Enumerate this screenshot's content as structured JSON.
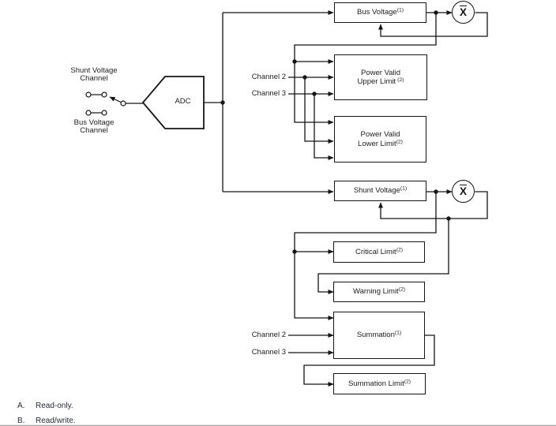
{
  "figure": {
    "adc_label": "ADC",
    "average_symbol": "X",
    "input_channels": {
      "shunt": {
        "line1": "Shunt Voltage",
        "line2": "Channel"
      },
      "bus": {
        "line1": "Bus Voltage",
        "line2": "Channel"
      }
    },
    "registers": {
      "bus_voltage": {
        "label": "Bus Voltage",
        "sup": "(1)"
      },
      "power_valid_upper": {
        "line1": "Power Valid",
        "line2": "Upper Limit",
        "sup": "(2)"
      },
      "power_valid_lower": {
        "line1": "Power Valid",
        "line2": "Lower Limit",
        "sup": "(2)"
      },
      "shunt_voltage": {
        "label": "Shunt Voltage",
        "sup": "(1)"
      },
      "critical_limit": {
        "label": "Critical Limit",
        "sup": "(2)"
      },
      "warning_limit": {
        "label": "Warning Limit",
        "sup": "(2)"
      },
      "summation": {
        "label": "Summation",
        "sup": "(1)"
      },
      "summation_limit": {
        "label": "Summation Limit",
        "sup": "(2)"
      }
    },
    "channel_inputs": {
      "power_valid": [
        "Channel 2",
        "Channel 3"
      ],
      "summation": [
        "Channel 2",
        "Channel 3"
      ]
    },
    "notes": [
      {
        "letter": "A.",
        "text": "Read-only."
      },
      {
        "letter": "B.",
        "text": "Read/write."
      }
    ],
    "colors": {
      "line": "#141414",
      "background": "#ffffff",
      "bottom_rule": "#8f8f8f"
    }
  }
}
